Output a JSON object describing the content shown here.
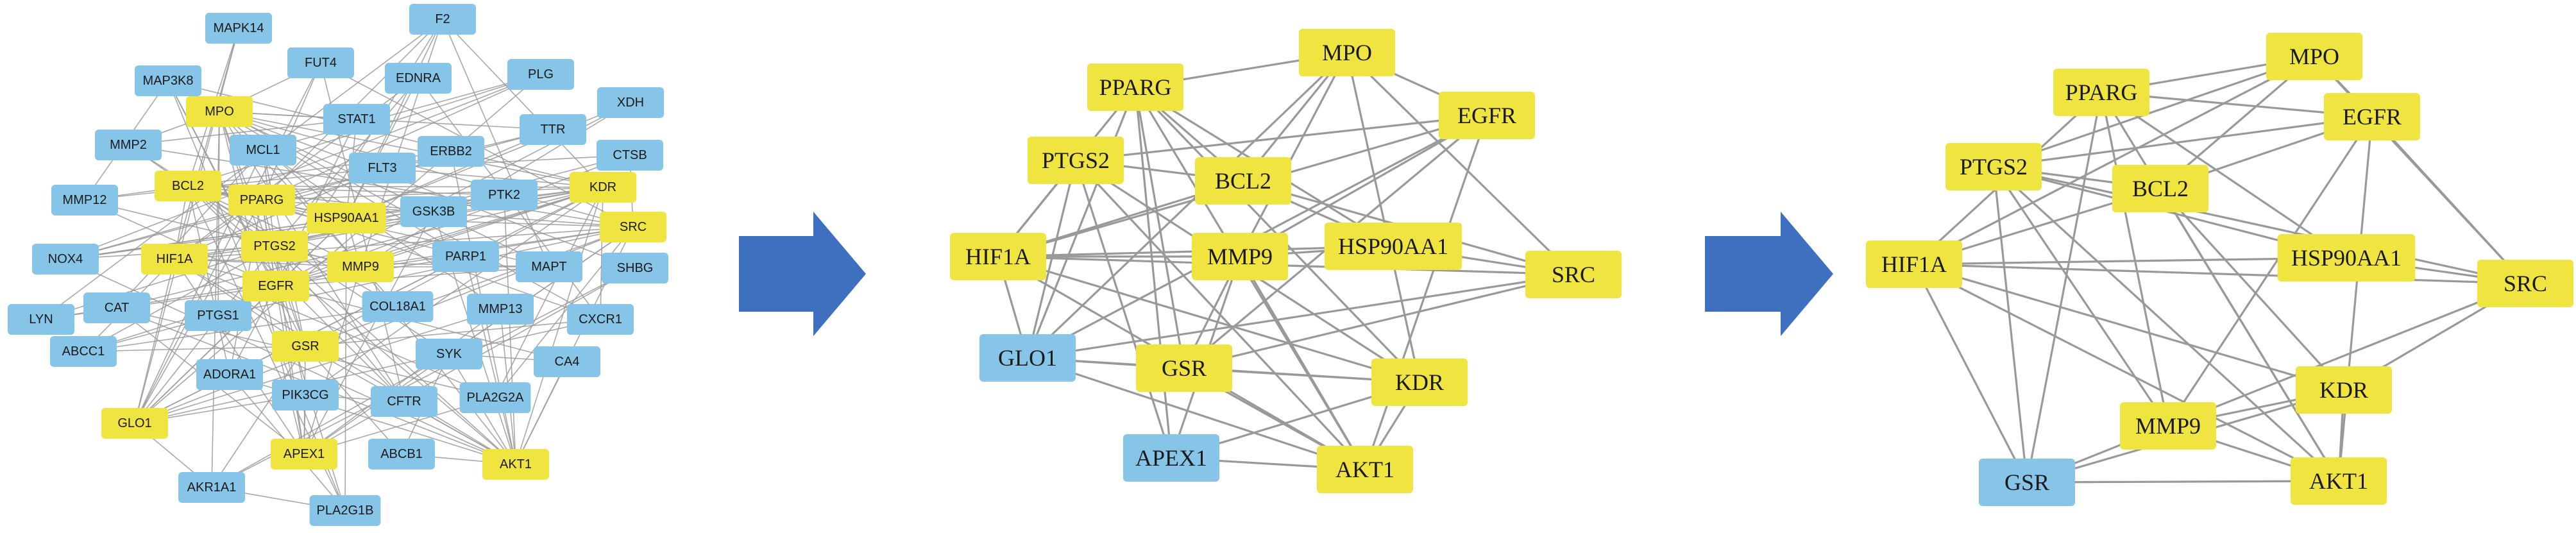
{
  "colors": {
    "highlight": "#f0e540",
    "default": "#86c5e8",
    "edge": "#999999",
    "arrow": "#3f6fbf"
  },
  "arrow_icon": "right-arrow-icon",
  "panels": [
    {
      "id": "full-network",
      "nodes": [
        {
          "label": "MAPK14",
          "group": "default"
        },
        {
          "label": "F2",
          "group": "default"
        },
        {
          "label": "FUT4",
          "group": "default"
        },
        {
          "label": "EDNRA",
          "group": "default"
        },
        {
          "label": "PLG",
          "group": "default"
        },
        {
          "label": "MAP3K8",
          "group": "default"
        },
        {
          "label": "XDH",
          "group": "default"
        },
        {
          "label": "MPO",
          "group": "highlight"
        },
        {
          "label": "STAT1",
          "group": "default"
        },
        {
          "label": "TTR",
          "group": "default"
        },
        {
          "label": "MMP2",
          "group": "default"
        },
        {
          "label": "MCL1",
          "group": "default"
        },
        {
          "label": "FLT3",
          "group": "default"
        },
        {
          "label": "ERBB2",
          "group": "default"
        },
        {
          "label": "CTSB",
          "group": "default"
        },
        {
          "label": "BCL2",
          "group": "highlight"
        },
        {
          "label": "KDR",
          "group": "highlight"
        },
        {
          "label": "MMP12",
          "group": "default"
        },
        {
          "label": "PPARG",
          "group": "highlight"
        },
        {
          "label": "HSP90AA1",
          "group": "highlight"
        },
        {
          "label": "GSK3B",
          "group": "default"
        },
        {
          "label": "PTK2",
          "group": "default"
        },
        {
          "label": "SRC",
          "group": "highlight"
        },
        {
          "label": "NOX4",
          "group": "default"
        },
        {
          "label": "HIF1A",
          "group": "highlight"
        },
        {
          "label": "PTGS2",
          "group": "highlight"
        },
        {
          "label": "MMP9",
          "group": "highlight"
        },
        {
          "label": "PARP1",
          "group": "default"
        },
        {
          "label": "MAPT",
          "group": "default"
        },
        {
          "label": "SHBG",
          "group": "default"
        },
        {
          "label": "LYN",
          "group": "default"
        },
        {
          "label": "CAT",
          "group": "default"
        },
        {
          "label": "PTGS1",
          "group": "default"
        },
        {
          "label": "EGFR",
          "group": "highlight"
        },
        {
          "label": "COL18A1",
          "group": "default"
        },
        {
          "label": "MMP13",
          "group": "default"
        },
        {
          "label": "CXCR1",
          "group": "default"
        },
        {
          "label": "ABCC1",
          "group": "default"
        },
        {
          "label": "GSR",
          "group": "highlight"
        },
        {
          "label": "SYK",
          "group": "default"
        },
        {
          "label": "CA4",
          "group": "default"
        },
        {
          "label": "ADORA1",
          "group": "default"
        },
        {
          "label": "PIK3CG",
          "group": "default"
        },
        {
          "label": "CFTR",
          "group": "default"
        },
        {
          "label": "PLA2G2A",
          "group": "default"
        },
        {
          "label": "GLO1",
          "group": "highlight"
        },
        {
          "label": "APEX1",
          "group": "highlight"
        },
        {
          "label": "ABCB1",
          "group": "default"
        },
        {
          "label": "AKT1",
          "group": "highlight"
        },
        {
          "label": "AKR1A1",
          "group": "default"
        },
        {
          "label": "PLA2G1B",
          "group": "default"
        }
      ]
    },
    {
      "id": "subnetwork-13",
      "nodes": [
        {
          "label": "PPARG",
          "group": "highlight"
        },
        {
          "label": "MPO",
          "group": "highlight"
        },
        {
          "label": "EGFR",
          "group": "highlight"
        },
        {
          "label": "PTGS2",
          "group": "highlight"
        },
        {
          "label": "BCL2",
          "group": "highlight"
        },
        {
          "label": "HIF1A",
          "group": "highlight"
        },
        {
          "label": "MMP9",
          "group": "highlight"
        },
        {
          "label": "HSP90AA1",
          "group": "highlight"
        },
        {
          "label": "SRC",
          "group": "highlight"
        },
        {
          "label": "GLO1",
          "group": "default"
        },
        {
          "label": "GSR",
          "group": "highlight"
        },
        {
          "label": "KDR",
          "group": "highlight"
        },
        {
          "label": "APEX1",
          "group": "default"
        },
        {
          "label": "AKT1",
          "group": "highlight"
        }
      ]
    },
    {
      "id": "core-network",
      "nodes": [
        {
          "label": "PPARG",
          "group": "highlight"
        },
        {
          "label": "MPO",
          "group": "highlight"
        },
        {
          "label": "EGFR",
          "group": "highlight"
        },
        {
          "label": "PTGS2",
          "group": "highlight"
        },
        {
          "label": "BCL2",
          "group": "highlight"
        },
        {
          "label": "HIF1A",
          "group": "highlight"
        },
        {
          "label": "HSP90AA1",
          "group": "highlight"
        },
        {
          "label": "SRC",
          "group": "highlight"
        },
        {
          "label": "MMP9",
          "group": "highlight"
        },
        {
          "label": "KDR",
          "group": "highlight"
        },
        {
          "label": "GSR",
          "group": "default"
        },
        {
          "label": "AKT1",
          "group": "highlight"
        }
      ]
    }
  ]
}
